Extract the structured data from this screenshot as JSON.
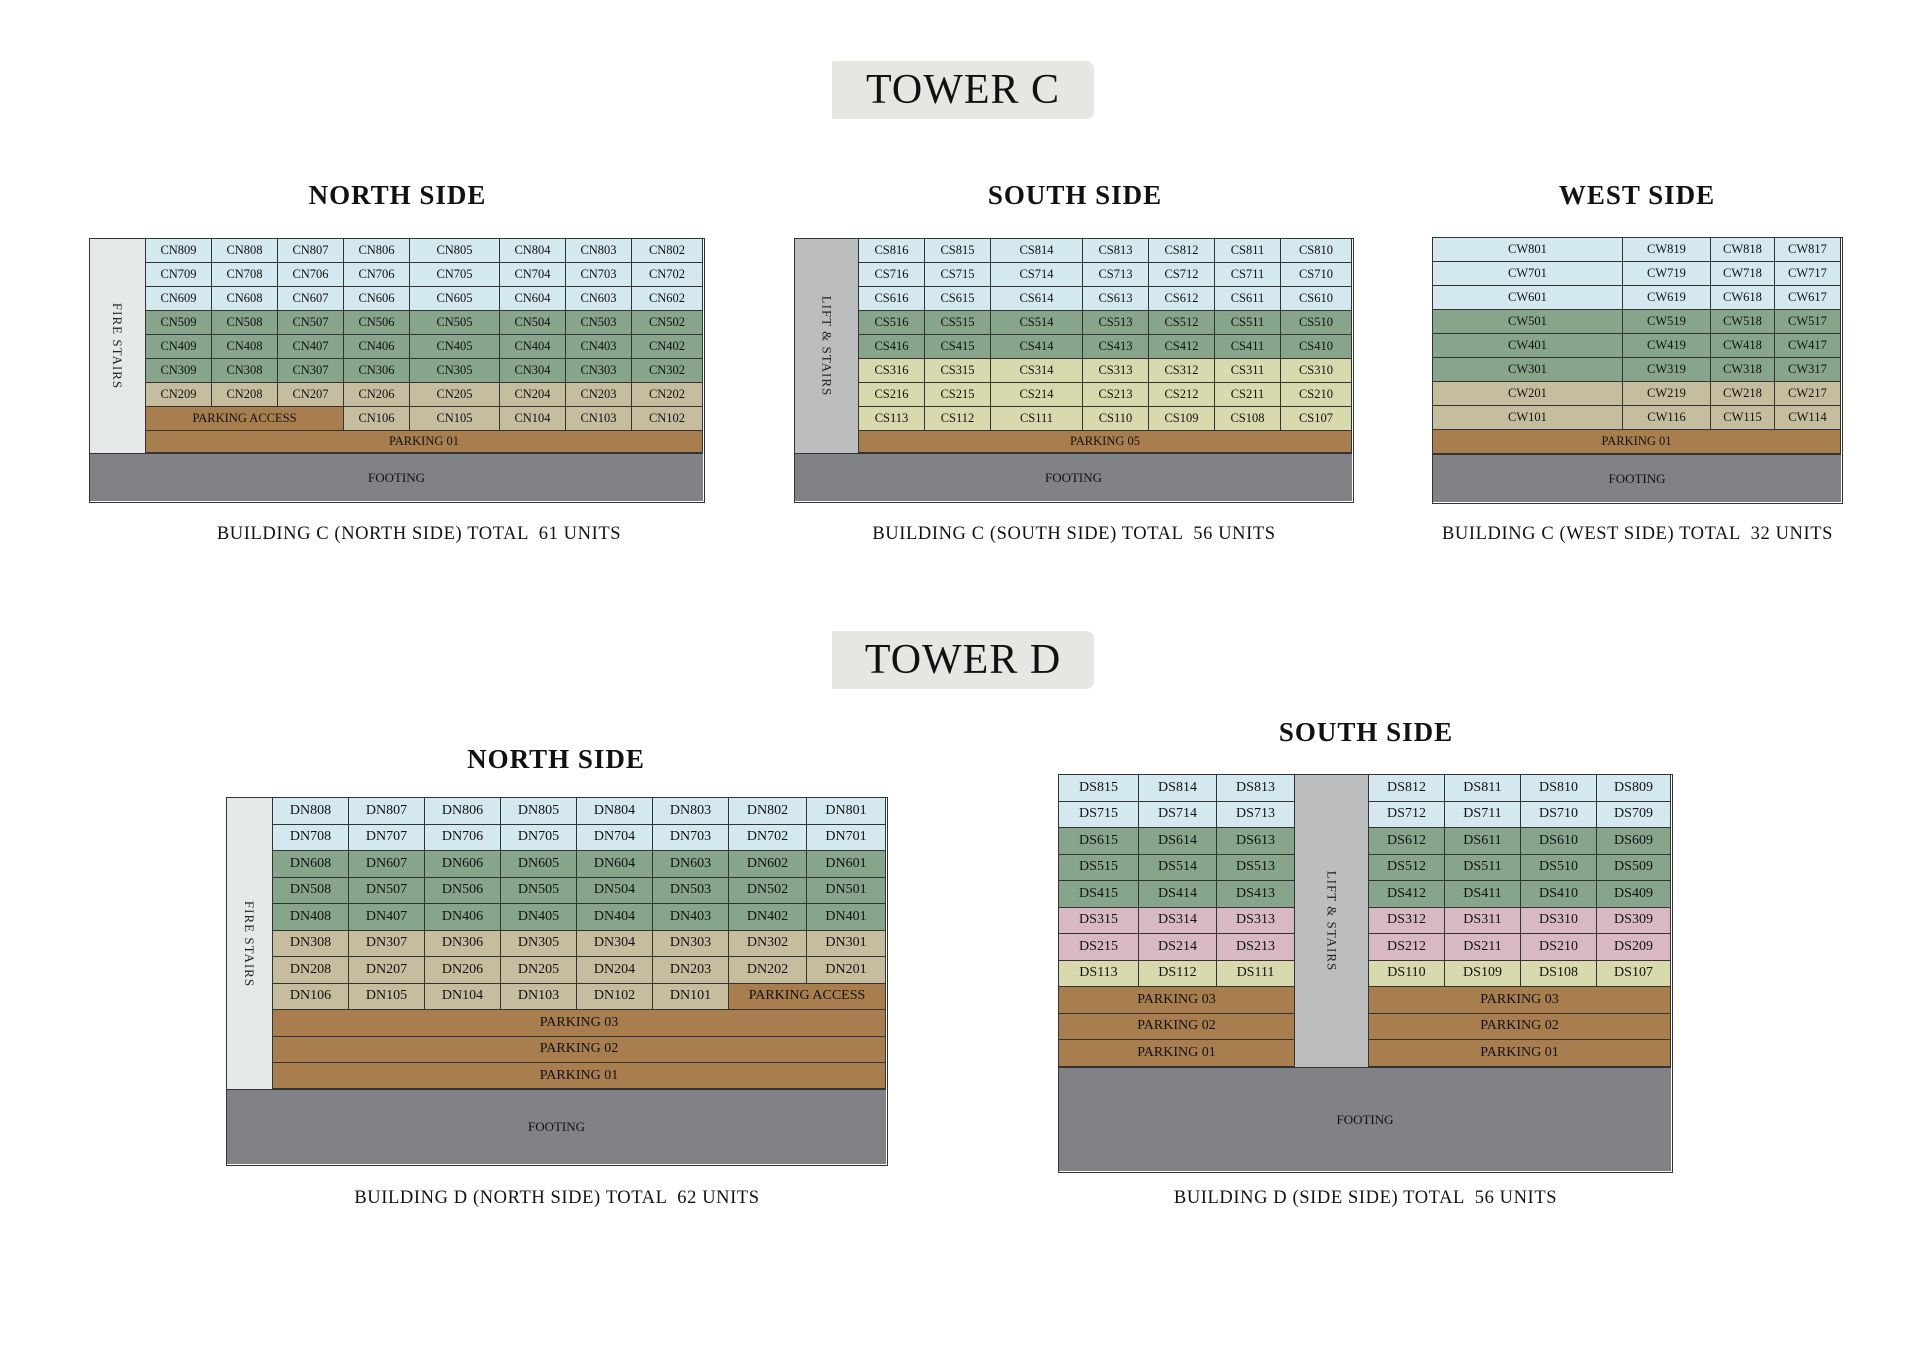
{
  "colors": {
    "light_blue": "#d3e8ef",
    "green": "#86a58b",
    "tan": "#c6bd9f",
    "pale_yellow": "#d8d9ad",
    "mauve": "#d8b8c3",
    "parking": "#a97e4f",
    "footing": "#818285",
    "stairs_light": "#e6e9ea",
    "stairs_gray": "#bbbdbf"
  },
  "tower_c": {
    "title": "TOWER C",
    "north": {
      "title": "NORTH SIDE",
      "stairs": "FIRE STAIRS",
      "footing": "FOOTING",
      "caption": "BUILDING C (NORTH SIDE) TOTAL  61 UNITS",
      "rows": [
        [
          "CN809",
          "CN808",
          "CN807",
          "CN806",
          "CN805",
          "CN804",
          "CN803",
          "CN802"
        ],
        [
          "CN709",
          "CN708",
          "CN706",
          "CN706",
          "CN705",
          "CN704",
          "CN703",
          "CN702"
        ],
        [
          "CN609",
          "CN608",
          "CN607",
          "CN606",
          "CN605",
          "CN604",
          "CN603",
          "CN602"
        ],
        [
          "CN509",
          "CN508",
          "CN507",
          "CN506",
          "CN505",
          "CN504",
          "CN503",
          "CN502"
        ],
        [
          "CN409",
          "CN408",
          "CN407",
          "CN406",
          "CN405",
          "CN404",
          "CN403",
          "CN402"
        ],
        [
          "CN309",
          "CN308",
          "CN307",
          "CN306",
          "CN305",
          "CN304",
          "CN303",
          "CN302"
        ],
        [
          "CN209",
          "CN208",
          "CN207",
          "CN206",
          "CN205",
          "CN204",
          "CN203",
          "CN202"
        ],
        [
          "PARKING ACCESS",
          "CN106",
          "CN105",
          "CN104",
          "CN103",
          "CN102"
        ],
        [
          "PARKING 01"
        ]
      ]
    },
    "south": {
      "title": "SOUTH SIDE",
      "stairs": "LIFT & STAIRS",
      "footing": "FOOTING",
      "caption": "BUILDING C (SOUTH SIDE) TOTAL  56 UNITS",
      "rows": [
        [
          "CS816",
          "CS815",
          "CS814",
          "CS813",
          "CS812",
          "CS811",
          "CS810"
        ],
        [
          "CS716",
          "CS715",
          "CS714",
          "CS713",
          "CS712",
          "CS711",
          "CS710"
        ],
        [
          "CS616",
          "CS615",
          "CS614",
          "CS613",
          "CS612",
          "CS611",
          "CS610"
        ],
        [
          "CS516",
          "CS515",
          "CS514",
          "CS513",
          "CS512",
          "CS511",
          "CS510"
        ],
        [
          "CS416",
          "CS415",
          "CS414",
          "CS413",
          "CS412",
          "CS411",
          "CS410"
        ],
        [
          "CS316",
          "CS315",
          "CS314",
          "CS313",
          "CS312",
          "CS311",
          "CS310"
        ],
        [
          "CS216",
          "CS215",
          "CS214",
          "CS213",
          "CS212",
          "CS211",
          "CS210"
        ],
        [
          "CS113",
          "CS112",
          "CS111",
          "CS110",
          "CS109",
          "CS108",
          "CS107"
        ],
        [
          "PARKING 05"
        ]
      ]
    },
    "west": {
      "title": "WEST SIDE",
      "footing": "FOOTING",
      "caption": "BUILDING C (WEST SIDE) TOTAL  32 UNITS",
      "rows": [
        [
          "CW801",
          "CW819",
          "CW818",
          "CW817"
        ],
        [
          "CW701",
          "CW719",
          "CW718",
          "CW717"
        ],
        [
          "CW601",
          "CW619",
          "CW618",
          "CW617"
        ],
        [
          "CW501",
          "CW519",
          "CW518",
          "CW517"
        ],
        [
          "CW401",
          "CW419",
          "CW418",
          "CW417"
        ],
        [
          "CW301",
          "CW319",
          "CW318",
          "CW317"
        ],
        [
          "CW201",
          "CW219",
          "CW218",
          "CW217"
        ],
        [
          "CW101",
          "CW116",
          "CW115",
          "CW114"
        ],
        [
          "PARKING 01"
        ]
      ]
    }
  },
  "tower_d": {
    "title": "TOWER D",
    "north": {
      "title": "NORTH SIDE",
      "stairs": "FIRE STAIRS",
      "footing": "FOOTING",
      "caption": "BUILDING D (NORTH SIDE) TOTAL  62 UNITS",
      "rows": [
        [
          "DN808",
          "DN807",
          "DN806",
          "DN805",
          "DN804",
          "DN803",
          "DN802",
          "DN801"
        ],
        [
          "DN708",
          "DN707",
          "DN706",
          "DN705",
          "DN704",
          "DN703",
          "DN702",
          "DN701"
        ],
        [
          "DN608",
          "DN607",
          "DN606",
          "DN605",
          "DN604",
          "DN603",
          "DN602",
          "DN601"
        ],
        [
          "DN508",
          "DN507",
          "DN506",
          "DN505",
          "DN504",
          "DN503",
          "DN502",
          "DN501"
        ],
        [
          "DN408",
          "DN407",
          "DN406",
          "DN405",
          "DN404",
          "DN403",
          "DN402",
          "DN401"
        ],
        [
          "DN308",
          "DN307",
          "DN306",
          "DN305",
          "DN304",
          "DN303",
          "DN302",
          "DN301"
        ],
        [
          "DN208",
          "DN207",
          "DN206",
          "DN205",
          "DN204",
          "DN203",
          "DN202",
          "DN201"
        ],
        [
          "DN106",
          "DN105",
          "DN104",
          "DN103",
          "DN102",
          "DN101",
          "PARKING ACCESS"
        ],
        [
          "PARKING 03"
        ],
        [
          "PARKING 02"
        ],
        [
          "PARKING 01"
        ]
      ]
    },
    "south": {
      "title": "SOUTH SIDE",
      "stairs": "LIFT & STAIRS",
      "footing": "FOOTING",
      "caption": "BUILDING D (SIDE SIDE) TOTAL  56 UNITS",
      "left_rows": [
        [
          "DS815",
          "DS814",
          "DS813"
        ],
        [
          "DS715",
          "DS714",
          "DS713"
        ],
        [
          "DS615",
          "DS614",
          "DS613"
        ],
        [
          "DS515",
          "DS514",
          "DS513"
        ],
        [
          "DS415",
          "DS414",
          "DS413"
        ],
        [
          "DS315",
          "DS314",
          "DS313"
        ],
        [
          "DS215",
          "DS214",
          "DS213"
        ],
        [
          "DS113",
          "DS112",
          "DS111"
        ],
        [
          "PARKING 03"
        ],
        [
          "PARKING 02"
        ],
        [
          "PARKING 01"
        ]
      ],
      "right_rows": [
        [
          "DS812",
          "DS811",
          "DS810",
          "DS809"
        ],
        [
          "DS712",
          "DS711",
          "DS710",
          "DS709"
        ],
        [
          "DS612",
          "DS611",
          "DS610",
          "DS609"
        ],
        [
          "DS512",
          "DS511",
          "DS510",
          "DS509"
        ],
        [
          "DS412",
          "DS411",
          "DS410",
          "DS409"
        ],
        [
          "DS312",
          "DS311",
          "DS310",
          "DS309"
        ],
        [
          "DS212",
          "DS211",
          "DS210",
          "DS209"
        ],
        [
          "DS110",
          "DS109",
          "DS108",
          "DS107"
        ],
        [
          "PARKING 03"
        ],
        [
          "PARKING 02"
        ],
        [
          "PARKING 01"
        ]
      ]
    }
  }
}
